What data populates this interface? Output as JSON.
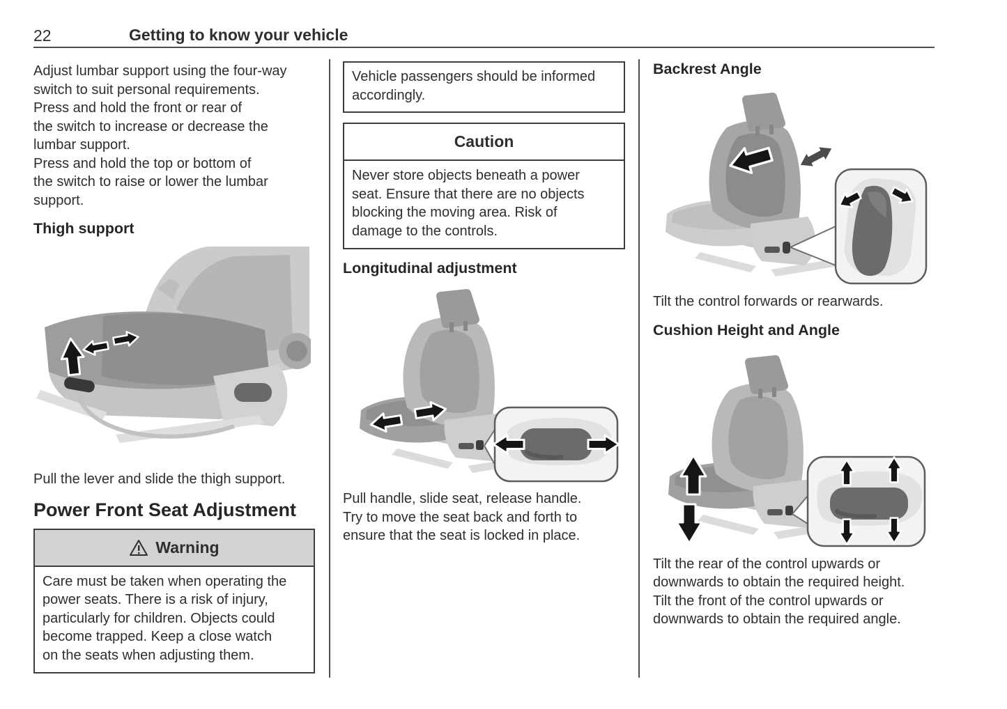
{
  "header": {
    "page_number": "22",
    "title": "Getting to know your vehicle"
  },
  "left": {
    "lumbar_text": "Adjust lumbar support using the four-way\nswitch to suit personal requirements.\nPress and hold the front or rear of\nthe switch to increase or decrease the\nlumbar support.\nPress and hold the top or bottom of\nthe switch to raise or lower the lumbar\nsupport.",
    "thigh_heading": "Thigh support",
    "thigh_caption": "Pull the lever and slide the thigh support.",
    "power_heading": "Power Front Seat Adjustment",
    "warning": {
      "title": "Warning",
      "icon": "warning-triangle-icon",
      "body": "Care must be taken when operating the\npower seats. There is a risk of injury,\nparticularly for children. Objects could\nbecome trapped. Keep a close watch\non the seats when adjusting them."
    }
  },
  "mid": {
    "warning_continuation": "Vehicle passengers should be informed\naccordingly.",
    "caution": {
      "title": "Caution",
      "body": "Never store objects beneath a power\nseat. Ensure that there are no objects\nblocking the moving area. Risk of\ndamage to the controls."
    },
    "long_heading": "Longitudinal adjustment",
    "long_caption": "Pull handle, slide seat, release handle.\nTry to move the seat back and forth to\nensure that the seat is locked in place."
  },
  "right": {
    "backrest_heading": "Backrest Angle",
    "backrest_caption": "Tilt the control forwards or rearwards.",
    "cushion_heading": "Cushion Height and Angle",
    "cushion_caption": "Tilt the rear of the control upwards or\ndownwards to obtain the required height.\nTilt the front of the control upwards or\ndownwards to obtain the required angle."
  },
  "illustrations": {
    "thigh": "seat-thigh-support-illustration",
    "longitudinal": "seat-longitudinal-adjustment-illustration",
    "backrest": "seat-backrest-angle-illustration",
    "cushion": "seat-cushion-height-angle-illustration"
  },
  "colors": {
    "text": "#2e2e2e",
    "rule": "#4f4f4f",
    "box_border": "#3d3d3d",
    "warning_header_bg": "#d3d3d3",
    "page_bg": "#ffffff"
  }
}
